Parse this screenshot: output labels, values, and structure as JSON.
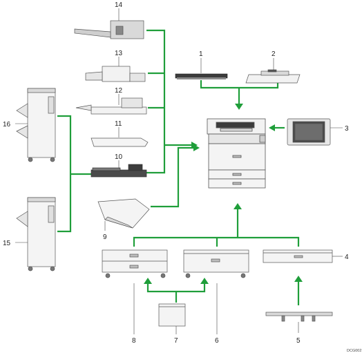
{
  "callouts": {
    "n1": "1",
    "n2": "2",
    "n3": "3",
    "n4": "4",
    "n5": "5",
    "n6": "6",
    "n7": "7",
    "n8": "8",
    "n9": "9",
    "n10": "10",
    "n11": "11",
    "n12": "12",
    "n13": "13",
    "n14": "14",
    "n15": "15",
    "n16": "16"
  },
  "diagram_code": "DCG002",
  "colors": {
    "connector": "#1f9e3a",
    "outline": "#555555",
    "light_fill": "#f2f2f2",
    "mid_fill": "#d9d9d9",
    "dark_fill": "#3c3c3c"
  }
}
